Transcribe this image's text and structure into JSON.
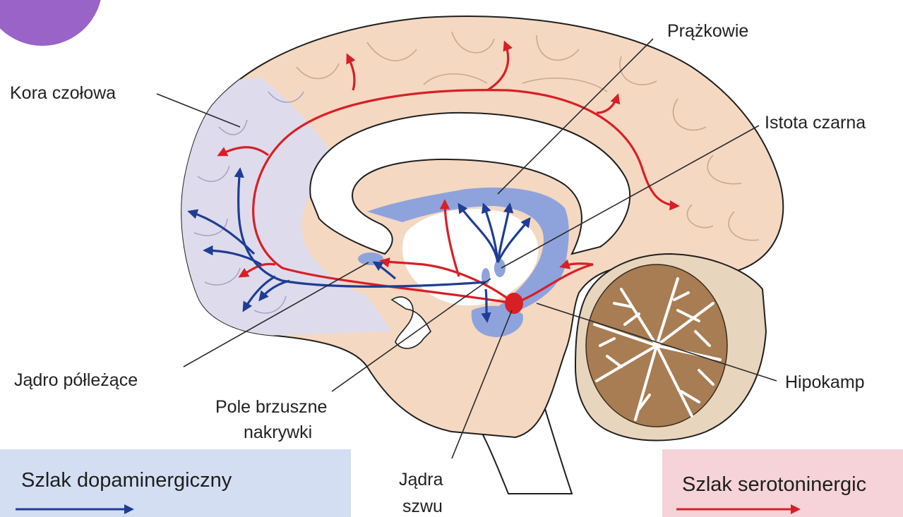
{
  "labels": {
    "frontal_cortex": "Kora czołowa",
    "striatum": "Prążkowie",
    "substantia_nigra": "Istota czarna",
    "nucleus_accumbens": "Jądro półleżące",
    "vta_line1": "Pole brzuszne",
    "vta_line2": "nakrywki",
    "raphe_line1": "Jądra",
    "raphe_line2": "szwu",
    "hippocampus": "Hipokamp"
  },
  "legend": {
    "dopamine": {
      "label": "Szlak dopaminergiczny",
      "color": "#1f3d94",
      "background": "#d4def3"
    },
    "serotonin": {
      "label": "Szlak serotoninergic",
      "color": "#d81f26",
      "background": "#f6d3d9"
    }
  },
  "colors": {
    "brain_tissue": "#f4d8c1",
    "frontal_tint": "#dedcec",
    "ventricle": "#ffffff",
    "dopamine_region": "#8ea3dc",
    "cerebellum": "#a87d53",
    "raphe_nucleus": "#d81f26"
  },
  "icons": {
    "dopamine_arrow": "arrow-right-icon",
    "serotonin_arrow": "arrow-right-icon"
  }
}
